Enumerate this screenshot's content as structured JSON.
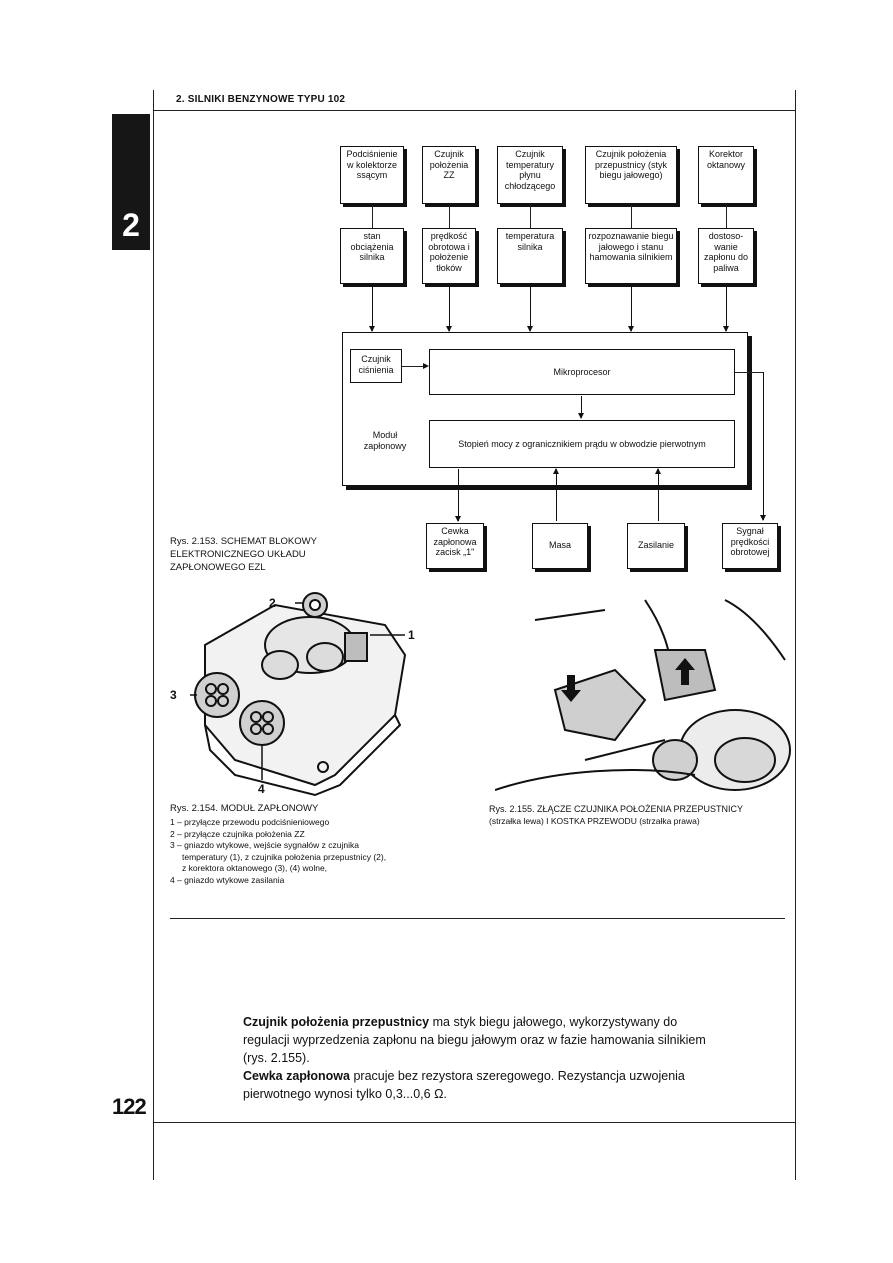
{
  "header": {
    "chapter_title": "2. SILNIKI BENZYNOWE TYPU 102",
    "chapter_number": "2"
  },
  "diagram": {
    "sensors": [
      "Podciśnienie w kolektorze ssącym",
      "Czujnik położenia ZZ",
      "Czujnik temperatury płynu chłodzącego",
      "Czujnik położenia przepustnicy (styk biegu jałowego)",
      "Korektor oktanowy"
    ],
    "signals": [
      "stan obciążenia silnika",
      "prędkość obrotowa i położenie tłoków",
      "temperatura silnika",
      "rozpoznawanie biegu jałowego i stanu hamowania silnikiem",
      "dostoso- wanie zapłonu do paliwa"
    ],
    "pressure_sensor": "Czujnik ciśnienia",
    "microprocessor": "Mikroprocesor",
    "ignition_module": "Moduł zapłonowy",
    "power_stage": "Stopień mocy z ogranicznikiem prądu w obwodzie pierwotnym",
    "outputs": [
      "Cewka zapłonowa zacisk „1\"",
      "Masa",
      "Zasilanie",
      "Sygnał prędkości obrotowej"
    ]
  },
  "fig153_caption": "Rys. 2.153. SCHEMAT BLOKOWY ELEKTRONICZNEGO UKŁADU ZAPŁONOWEGO EZL",
  "fig154": {
    "caption": "Rys. 2.154. MODUŁ ZAPŁONOWY",
    "callouts": [
      "1",
      "2",
      "3",
      "4"
    ],
    "legend": [
      "1 – przyłącze przewodu podciśnieniowego",
      "2 – przyłącze czujnika położenia ZZ",
      "3 – gniazdo wtykowe, wejście sygnałów z czujnika",
      "temperatury (1), z czujnika położenia przepustnicy (2),",
      "z korektora oktanowego (3), (4) wolne,",
      "4 – gniazdo wtykowe zasilania"
    ]
  },
  "fig155": {
    "caption": "Rys. 2.155. ZŁĄCZE CZUJNIKA POŁOŻENIA PRZEPUSTNICY",
    "caption2": "(strzałka lewa) I KOSTKA PRZEWODU (strzałka prawa)"
  },
  "body": {
    "p1_bold": "Czujnik położenia przepustnicy",
    "p1_rest": " ma styk biegu jałowego, wykorzystywany do regulacji wyprzedzenia zapłonu na biegu jałowym oraz w fazie hamowania silnikiem (rys. 2.155).",
    "p2_bold": "Cewka zapłonowa",
    "p2_rest": " pracuje bez rezystora szeregowego. Rezystancja uzwojenia pierwotnego wynosi tylko 0,3...0,6 Ω."
  },
  "page_number": "122"
}
